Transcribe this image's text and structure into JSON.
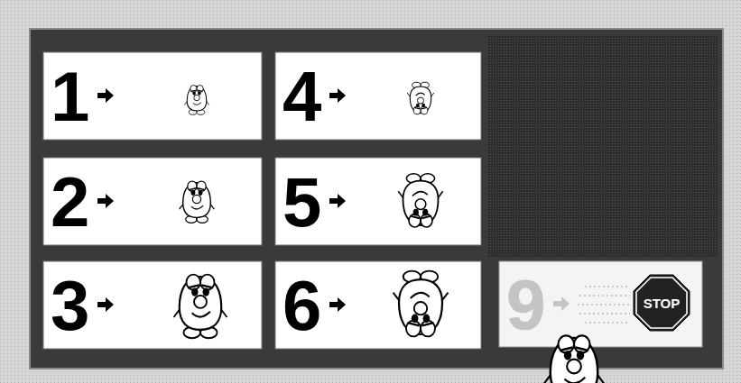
{
  "diagram": {
    "nodes": [
      {
        "text": [
          "1"
        ]
      },
      {
        "text": [
          "4"
        ]
      },
      {
        "text": [
          "2"
        ]
      },
      {
        "text": [
          "5"
        ]
      },
      {
        "text": [
          "3"
        ]
      },
      {
        "text": [
          "6"
        ]
      },
      {
        "text": [
          "9"
        ]
      },
      {
        "text": [
          "STOP"
        ],
        "in": 6
      }
    ]
  }
}
